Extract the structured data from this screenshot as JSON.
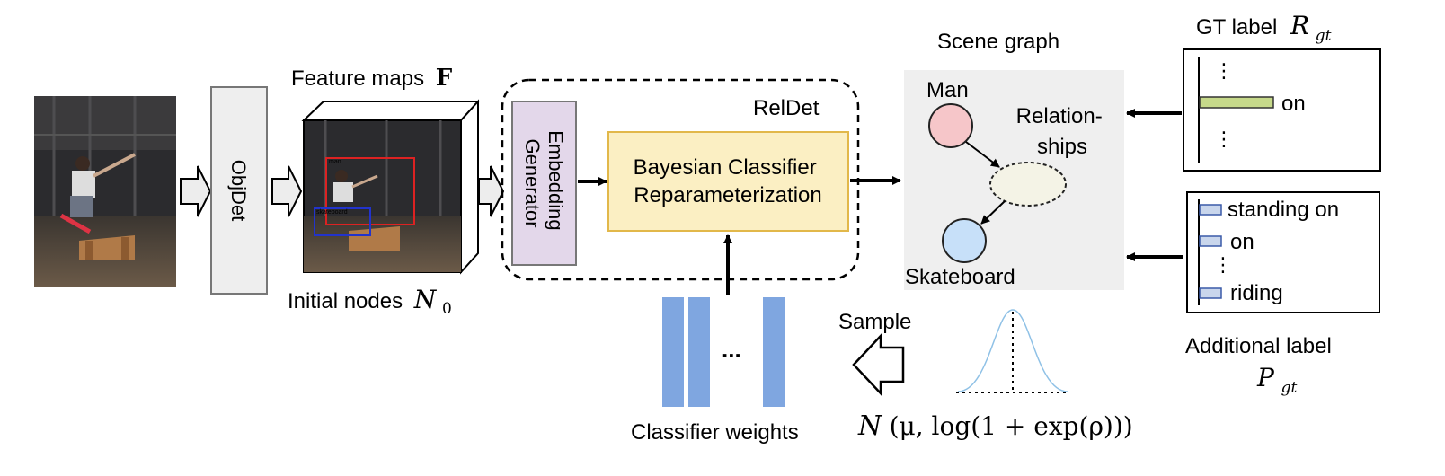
{
  "input_image": {
    "icon": "skateboarder-photo"
  },
  "objdet": {
    "label": "ObjDet"
  },
  "feature_maps": {
    "label": "Feature maps",
    "symbol": "F",
    "detection_labels": [
      "man",
      "skateboard"
    ]
  },
  "initial_nodes": {
    "label": "Initial nodes",
    "symbol": "N",
    "subscript": "0"
  },
  "reldet": {
    "label": "RelDet",
    "embedding_line1": "Embedding",
    "embedding_line2": "Generator",
    "bayes_line1": "Bayesian Classifier",
    "bayes_line2": "Reparameterization"
  },
  "classifier": {
    "label": "Classifier weights",
    "ellipsis": "..."
  },
  "sample": {
    "label": "Sample"
  },
  "distribution": {
    "formula_n": "N",
    "formula_rest": "(μ, log(1 + exp(ρ)))"
  },
  "scene_graph": {
    "title": "Scene graph",
    "node_man": "Man",
    "node_skateboard": "Skateboard",
    "rel_line1": "Relation-",
    "rel_line2": "ships",
    "colors": {
      "man": "#f6c6c9",
      "skateboard": "#c7e0f9",
      "relation": "#f4f3e6",
      "panel": "#efefef"
    }
  },
  "gt_label": {
    "title": "GT label",
    "symbol": "R",
    "subscript": "gt",
    "bar_label": "on",
    "dots": "⋮",
    "bar_color": "#c6d98a"
  },
  "additional_label": {
    "title": "Additional label",
    "symbol": "P",
    "subscript": "gt",
    "items": [
      "standing on",
      "on",
      "riding"
    ],
    "dots": "⋮",
    "bar_color": "#c9d6ec"
  },
  "colors": {
    "embedding": "#e3d7ea",
    "bayes": "#fbefc3",
    "bayes_border": "#e2b84a",
    "weights": "#7fa6e0"
  }
}
